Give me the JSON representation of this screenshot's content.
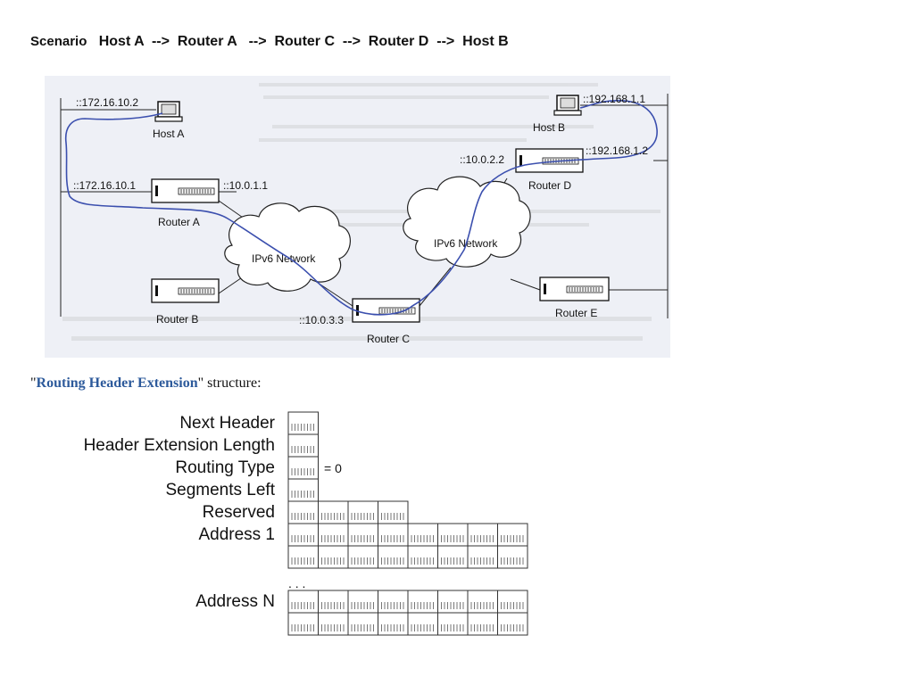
{
  "scenario": {
    "lead": "Scenario",
    "path": "Host A  -->  Router A   -->  Router C  -->  Router D  -->  Host B"
  },
  "network_figure": {
    "clouds": [
      "IPv6 Network",
      "IPv6 Network"
    ],
    "nodes": {
      "host_a": "Host A",
      "host_b": "Host B",
      "router_a": "Router A",
      "router_b": "Router B",
      "router_c": "Router C",
      "router_d": "Router D",
      "router_e": "Router E"
    },
    "addresses": {
      "host_a": "::172.16.10.2",
      "router_a_left": "::172.16.10.1",
      "router_a_right": "::10.0.1.1",
      "router_c": "::10.0.3.3",
      "router_d_left": "::10.0.2.2",
      "router_d_right": "::192.168.1.2",
      "host_b": "::192.168.1.1"
    },
    "path_color": "#3b4fae"
  },
  "routing_header": {
    "caption_open": "\"",
    "caption_highlight": "Routing Header Extension",
    "caption_close": "\" structure:",
    "highlight_color": "#2d5a9b",
    "fields": [
      "Next Header",
      "Header Extension Length",
      "Routing Type",
      "Segments Left",
      "Reserved",
      "Address 1",
      "Address N"
    ],
    "routing_type_value": "= 0",
    "ellipsis": ". . ."
  }
}
